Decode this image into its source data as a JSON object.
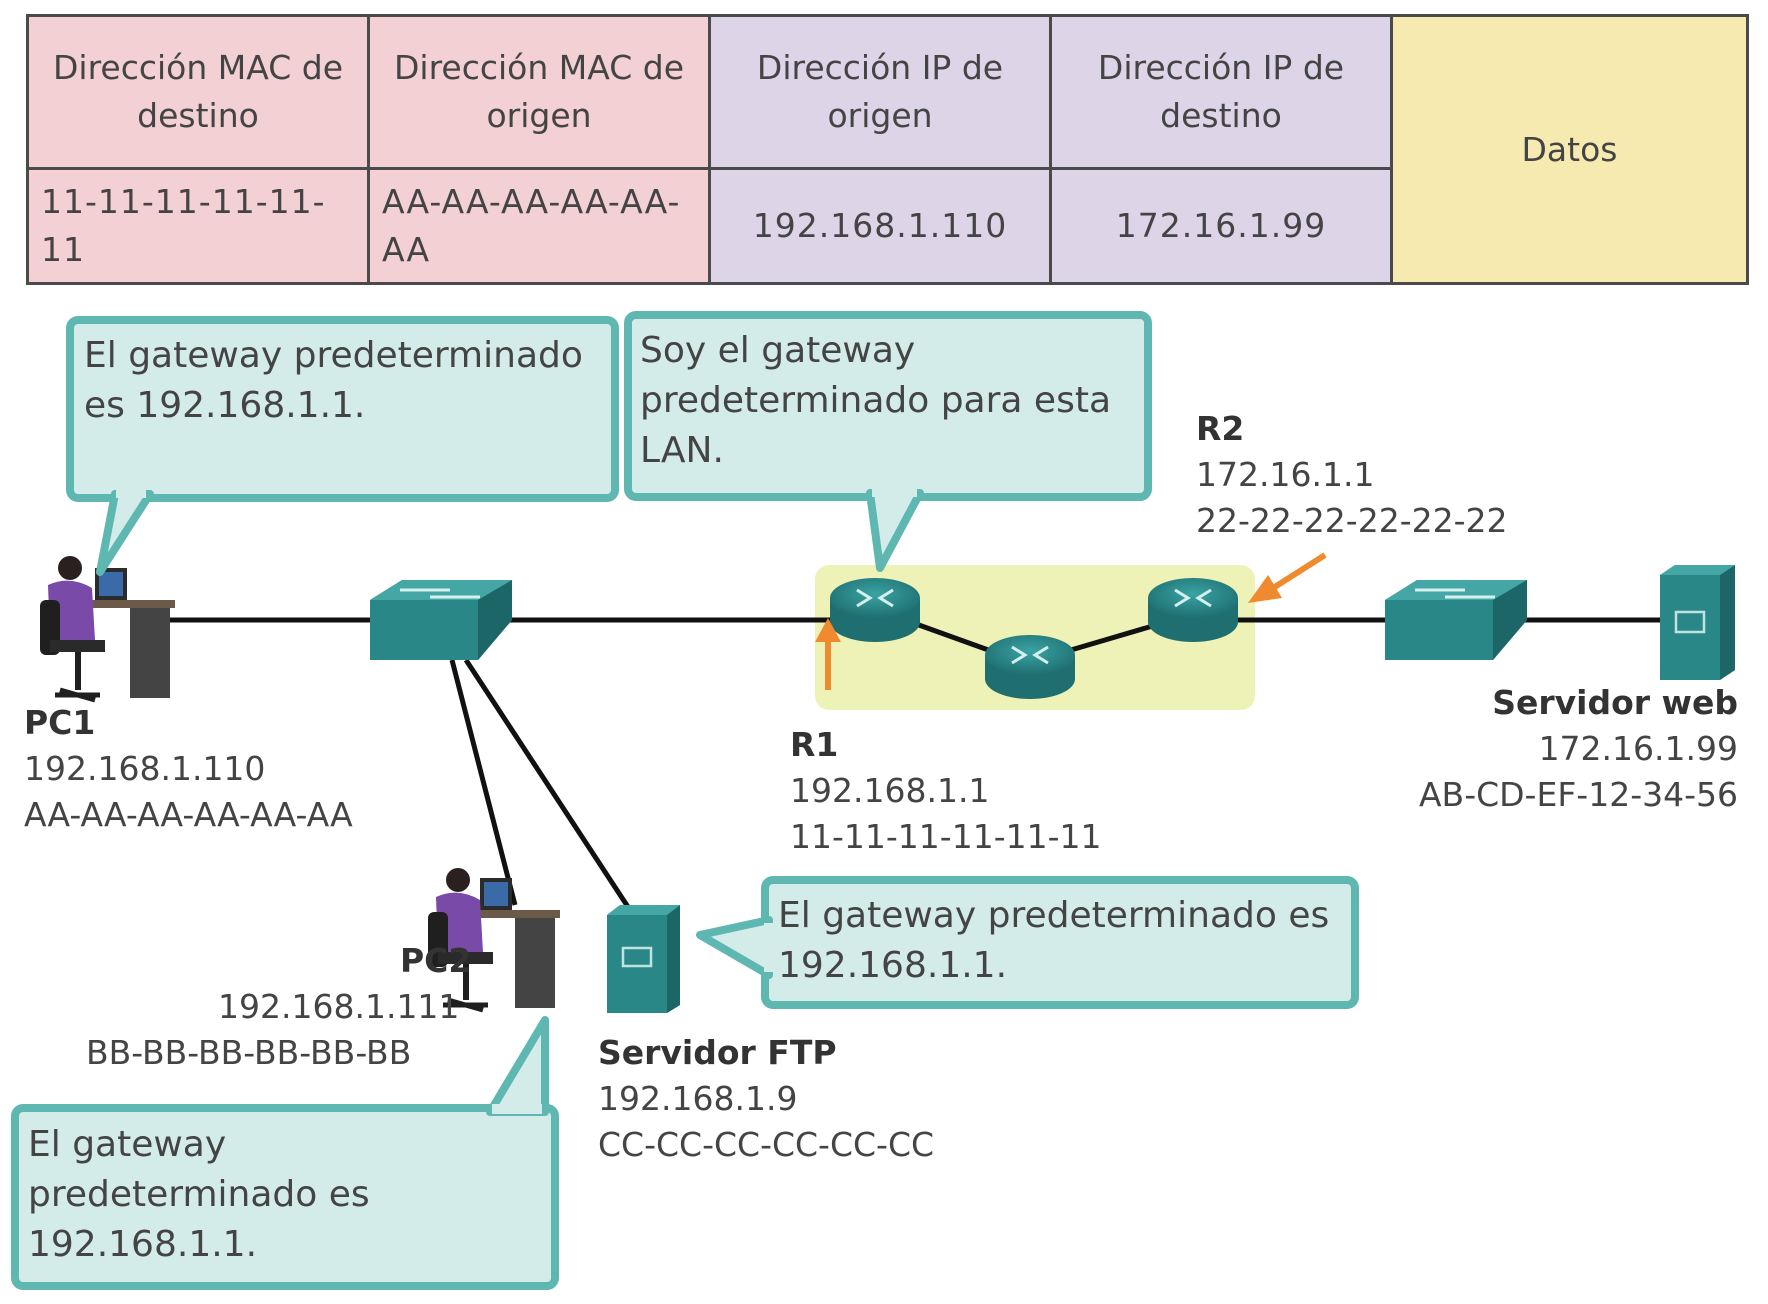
{
  "frame": {
    "headers": {
      "dest_mac": "Dirección MAC de destino",
      "src_mac": "Dirección MAC de origen",
      "src_ip": "Dirección IP de origen",
      "dest_ip": "Dirección IP de destino",
      "data": "Datos"
    },
    "values": {
      "dest_mac": "11-11-11-11-11-11",
      "src_mac": "AA-AA-AA-AA-AA-AA",
      "src_ip": "192.168.1.110",
      "dest_ip": "172.16.1.99"
    },
    "colors": {
      "mac": "#f2d0d3",
      "ip": "#ddd4e8",
      "data": "#f6eab0"
    }
  },
  "callouts": {
    "pc1": "El gateway predeterminado es 192.168.1.1.",
    "r1": "Soy el gateway predeterminado para esta LAN.",
    "ftp": "El gateway predeterminado es 192.168.1.1.",
    "pc2": "El gateway predeterminado es 192.168.1.1."
  },
  "devices": {
    "pc1": {
      "name": "PC1",
      "ip": "192.168.1.110",
      "mac": "AA-AA-AA-AA-AA-AA"
    },
    "pc2": {
      "name": "PC2",
      "ip": "192.168.1.111",
      "mac": "BB-BB-BB-BB-BB-BB"
    },
    "ftp": {
      "name": "Servidor FTP",
      "ip": "192.168.1.9",
      "mac": "CC-CC-CC-CC-CC-CC"
    },
    "r1": {
      "name": "R1",
      "ip": "192.168.1.1",
      "mac": "11-11-11-11-11-11"
    },
    "r2": {
      "name": "R2",
      "ip": "172.16.1.1",
      "mac": "22-22-22-22-22-22"
    },
    "web": {
      "name": "Servidor web",
      "ip": "172.16.1.99",
      "mac": "AB-CD-EF-12-34-56"
    }
  },
  "colors": {
    "device_teal": "#2e8b8b",
    "callout_fill": "#d3ecea",
    "callout_border": "#5fb7b2",
    "wan_cloud": "#eef2b6",
    "arrow": "#ef8a2e"
  }
}
